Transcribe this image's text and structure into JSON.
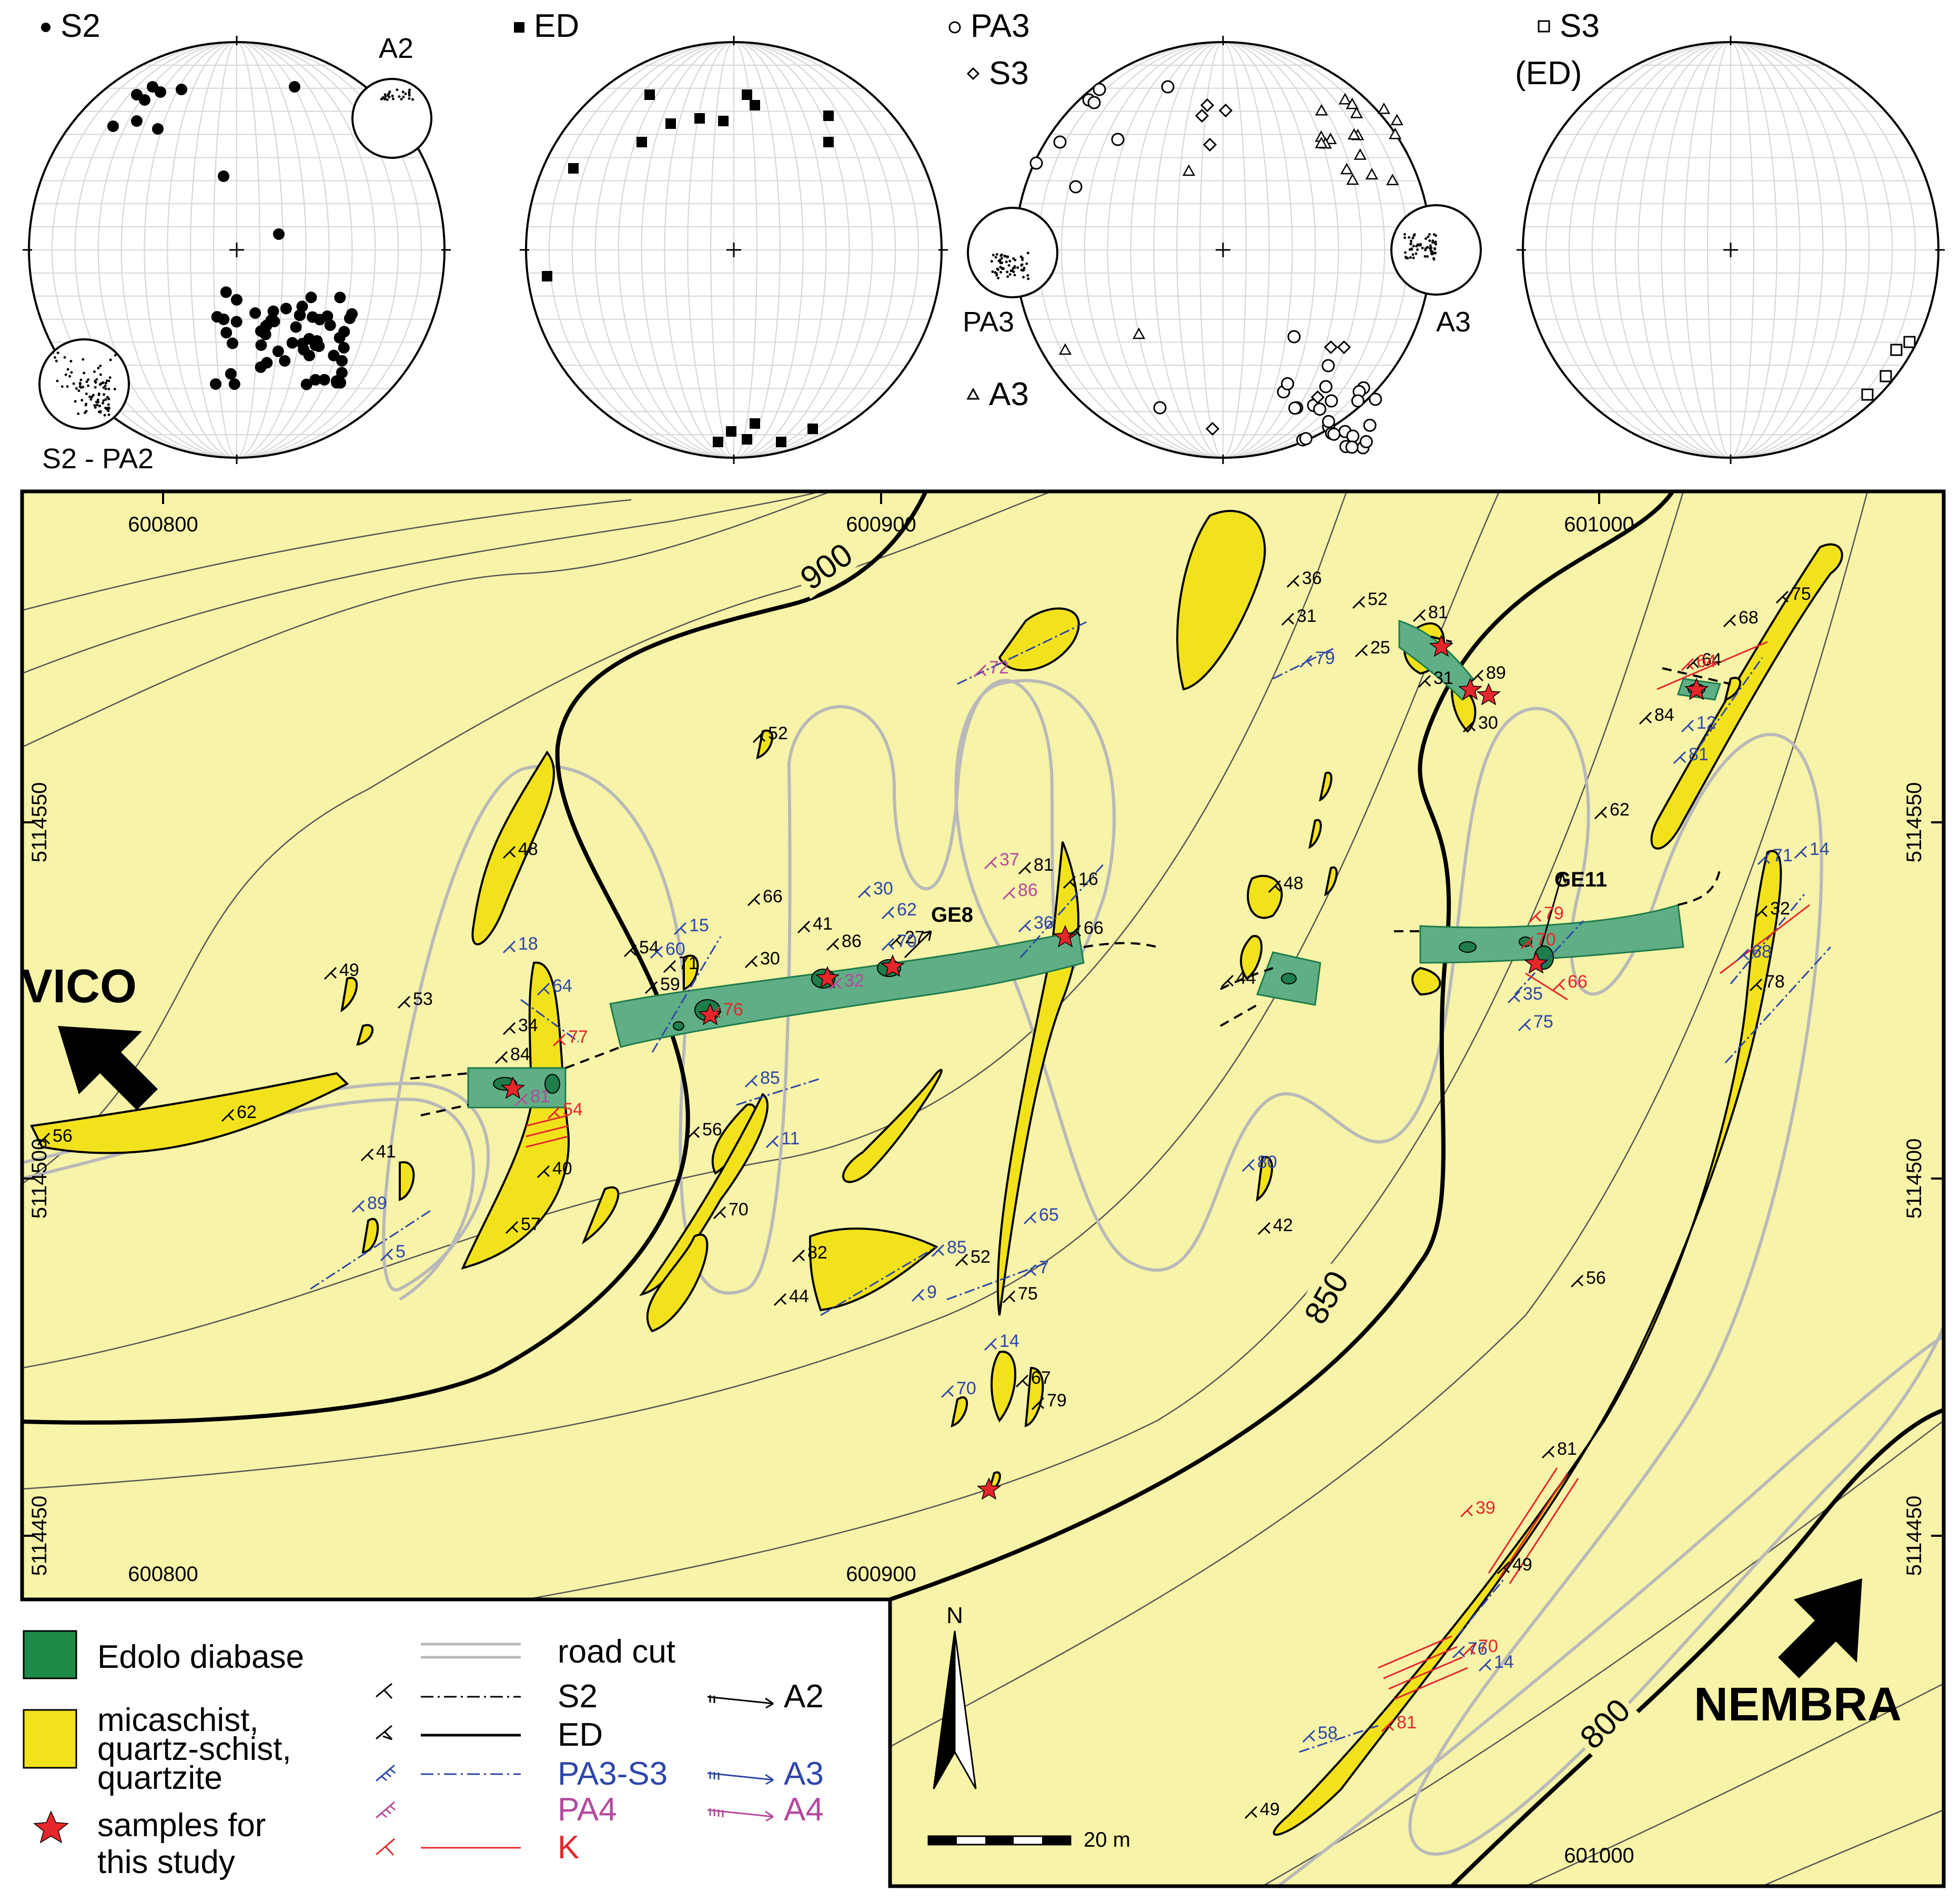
{
  "stereonets": [
    {
      "legend": [
        "S2"
      ],
      "inset_labels": [
        "A2",
        "S2 - PA2"
      ]
    },
    {
      "legend": [
        "ED"
      ],
      "inset_labels": []
    },
    {
      "legend": [
        "PA3",
        "S3",
        "A3"
      ],
      "inset_labels": [
        "PA3",
        "A3"
      ]
    },
    {
      "legend": [
        "S3",
        "(ED)"
      ],
      "inset_labels": []
    }
  ],
  "map": {
    "place_labels": {
      "west": "VICO",
      "east": "NEMBRA"
    },
    "samples": [
      "GE8",
      "GE11"
    ],
    "contour_labels": [
      "900",
      "850",
      "800"
    ],
    "easting_top": [
      "600800",
      "600900",
      "601000"
    ],
    "easting_bottom": [
      "600800",
      "600900",
      "601000"
    ],
    "northing_left": [
      "5114550",
      "5114500",
      "5114450"
    ],
    "northing_right": [
      "5114550",
      "5114500",
      "5114450"
    ],
    "north_label": "N",
    "scale_label": "20 m",
    "colors": {
      "background": "#f7f3a8",
      "micaschist": "#f2e21c",
      "diabase": "#5fae86",
      "diabase_dark": "#1e7d4a",
      "road_cut": "#b9b9b9",
      "blue": "#2e47a8",
      "pink": "#b5499e",
      "red": "#e5262b"
    },
    "black_values": [
      "56",
      "62",
      "41",
      "49",
      "53",
      "34",
      "84",
      "48",
      "40",
      "57",
      "54",
      "59",
      "71",
      "30",
      "41",
      "86",
      "27",
      "56",
      "70",
      "52",
      "66",
      "82",
      "44",
      "81",
      "16",
      "66",
      "52",
      "75",
      "67",
      "79",
      "36",
      "31",
      "52",
      "81",
      "25",
      "31",
      "89",
      "30",
      "48",
      "44",
      "42",
      "68",
      "75",
      "64",
      "84",
      "62",
      "32",
      "78",
      "56",
      "81",
      "49",
      "49"
    ],
    "blue_values": [
      "18",
      "64",
      "60",
      "15",
      "30",
      "62",
      "70",
      "85",
      "11",
      "89",
      "5",
      "85",
      "9",
      "65",
      "7",
      "14",
      "70",
      "36",
      "79",
      "80",
      "12",
      "81",
      "71",
      "14",
      "68",
      "35",
      "75",
      "14",
      "76",
      "58"
    ],
    "pink_values": [
      "81",
      "32",
      "37",
      "86",
      "72"
    ],
    "red_values": [
      "77",
      "54",
      "76",
      "79",
      "70",
      "66",
      "64",
      "39",
      "70",
      "81"
    ]
  },
  "legend": {
    "items": [
      {
        "key": "diabase",
        "label": "Edolo diabase"
      },
      {
        "key": "schist",
        "label_lines": [
          "micaschist,",
          "quartz-schist,",
          "quartzite"
        ]
      },
      {
        "key": "samples",
        "label_lines": [
          "samples for",
          "this study"
        ]
      }
    ],
    "lines": [
      {
        "label": "road cut",
        "color": "#000000"
      },
      {
        "label": "S2",
        "color": "#000000"
      },
      {
        "label": "ED",
        "color": "#000000"
      },
      {
        "label": "PA3-S3",
        "color": "#2e47a8"
      },
      {
        "label": "PA4",
        "color": "#b5499e"
      },
      {
        "label": "K",
        "color": "#e5262b"
      }
    ],
    "lineations": [
      {
        "label": "A2",
        "color": "#000000"
      },
      {
        "label": "A3",
        "color": "#2e47a8"
      },
      {
        "label": "A4",
        "color": "#b5499e"
      }
    ]
  }
}
